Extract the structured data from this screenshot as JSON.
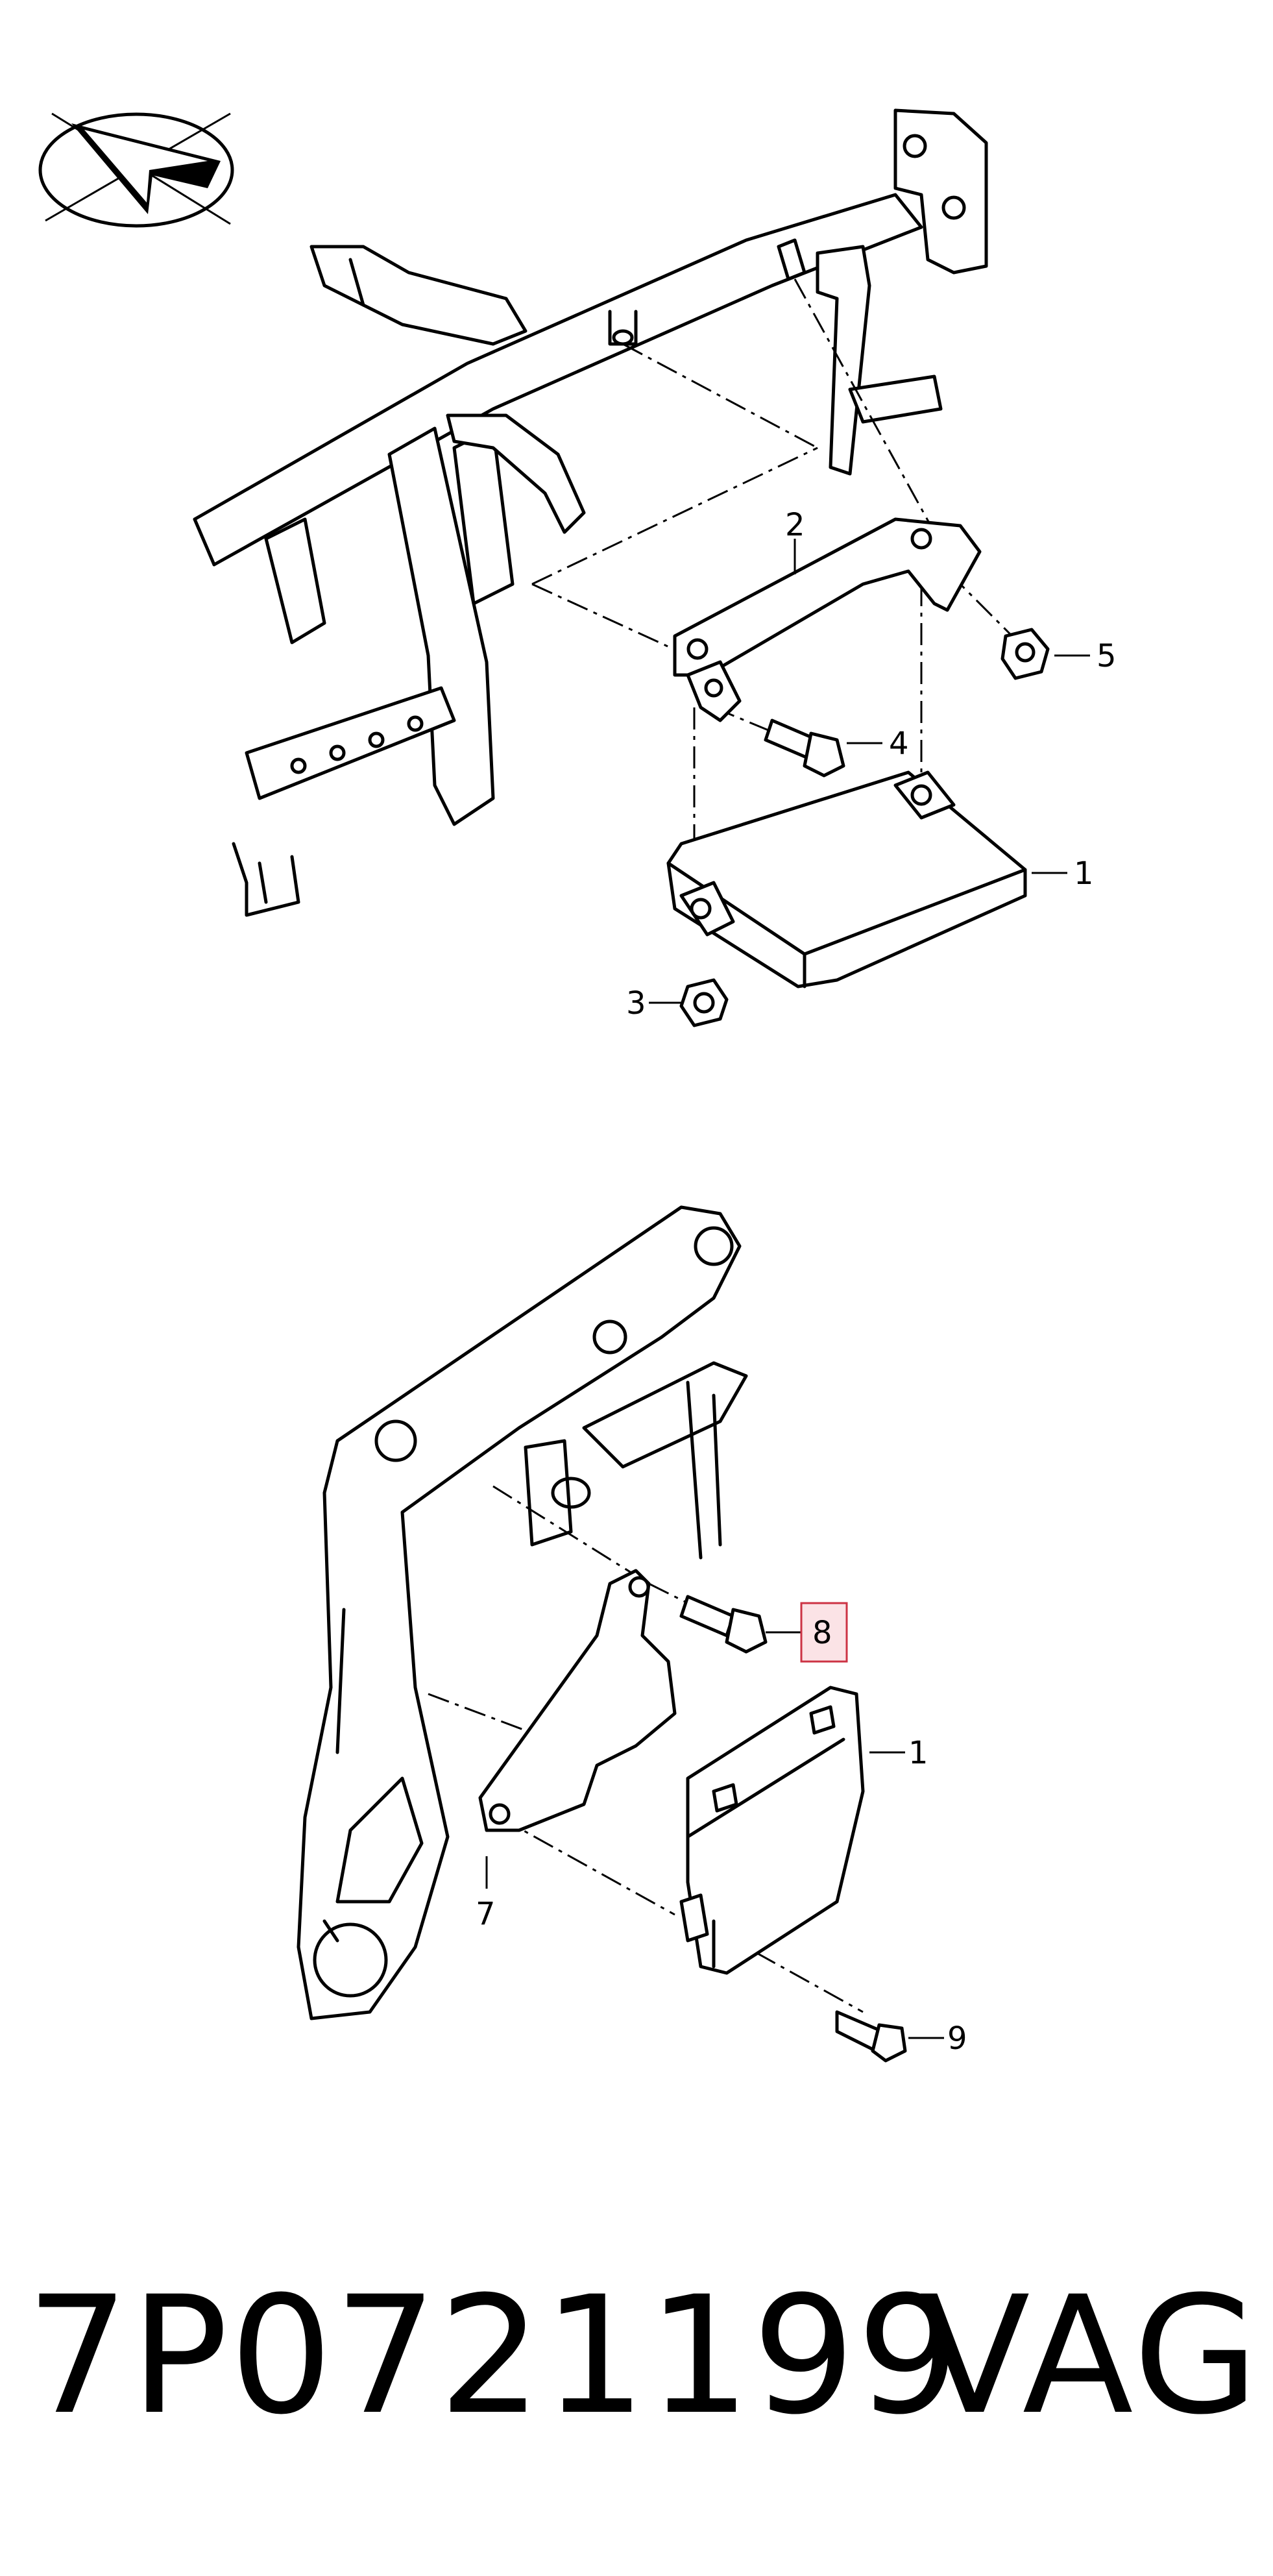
{
  "callouts": {
    "top_1": "1",
    "top_2": "2",
    "top_3": "3",
    "top_4": "4",
    "top_5": "5",
    "bottom_1": "1",
    "bottom_7": "7",
    "bottom_8": "8",
    "bottom_9": "9"
  },
  "highlight_color": "#cc3344",
  "highlight_fill": "#fbe3e6",
  "footer": {
    "part_number": "7P0721199",
    "brand": "VAG"
  },
  "icons": {
    "orientation": "orientation-arrow-icon"
  }
}
